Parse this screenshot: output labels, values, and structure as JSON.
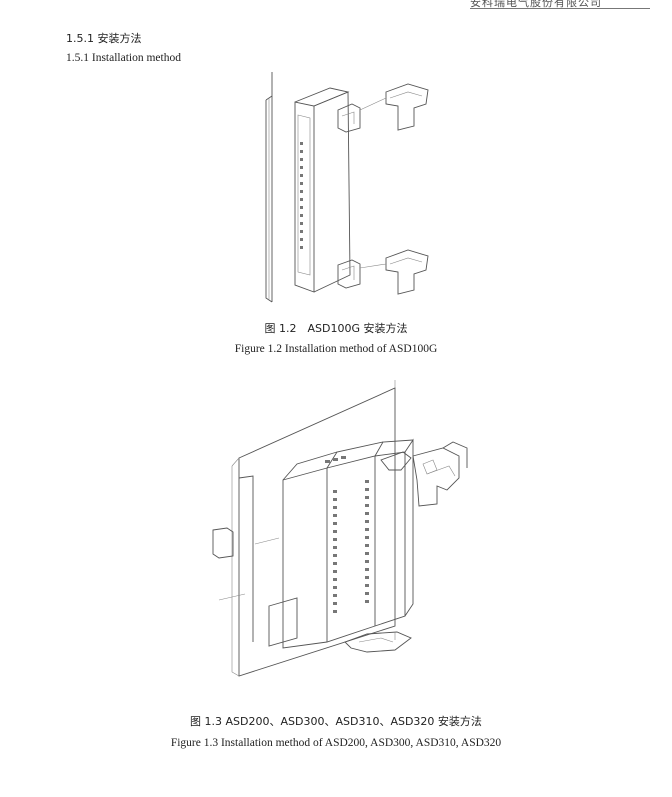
{
  "header": {
    "text": "安科瑞电气股份有限公司"
  },
  "section": {
    "heading_cn": "1.5.1 安装方法",
    "heading_en": "1.5.1 Installation method"
  },
  "figures": [
    {
      "caption_cn": "图 1.2　ASD100G 安装方法",
      "caption_en": "Figure 1.2 Installation method of ASD100G"
    },
    {
      "caption_cn": "图 1.3 ASD200、ASD300、ASD310、ASD320 安装方法",
      "caption_en": "Figure 1.3 Installation method of ASD200, ASD300, ASD310, ASD320"
    }
  ]
}
